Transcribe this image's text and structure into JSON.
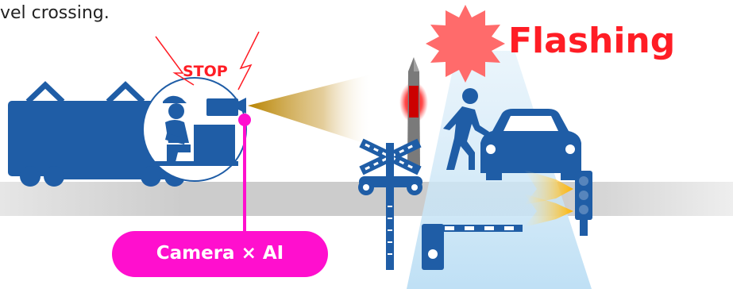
{
  "caption": "vel crossing.",
  "labels": {
    "stop": "STOP",
    "flashing": "Flashing",
    "camera_ai": "Camera × AI"
  },
  "colors": {
    "train_blue": "#1f5da6",
    "road_gray": "#cccccc",
    "alert_red": "#ff1d25",
    "accent_magenta": "#ff0fce",
    "camera_beam": "#c8950a",
    "sensor_beam": "#cfe7f7",
    "warning_yellow": "#ffb400"
  },
  "icons": [
    "train-icon",
    "driver-icon",
    "camera-icon",
    "crossing-signal-icon",
    "pedestrian-icon",
    "car-icon",
    "traffic-signal-icon",
    "barrier-gate-icon",
    "starburst-icon"
  ]
}
